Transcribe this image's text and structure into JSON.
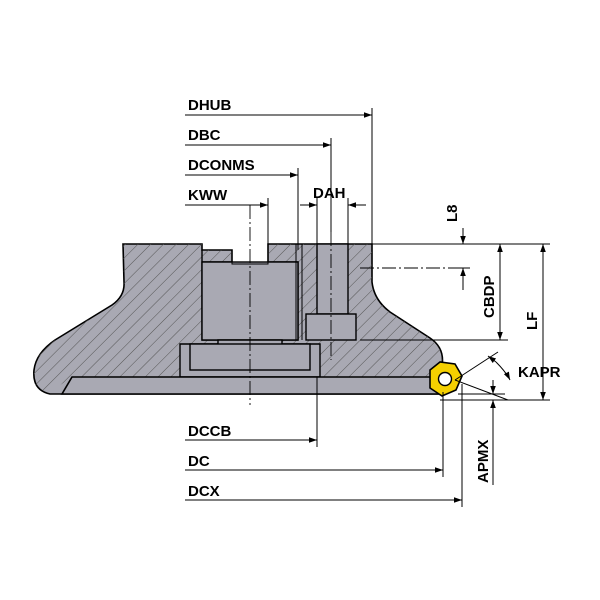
{
  "drawing": {
    "labels": {
      "dhub": "DHUB",
      "dbc": "DBC",
      "dconms": "DCONMS",
      "kww": "KWW",
      "dah": "DAH",
      "l8": "L8",
      "cbdp": "CBDP",
      "lf": "LF",
      "kapr": "KAPR",
      "apmx": "APMX",
      "dccb": "DCCB",
      "dc": "DC",
      "dcx": "DCX"
    },
    "colors": {
      "body": "#a9a9b3",
      "insert": "#f5d000",
      "line": "#000000",
      "background": "#ffffff"
    }
  }
}
